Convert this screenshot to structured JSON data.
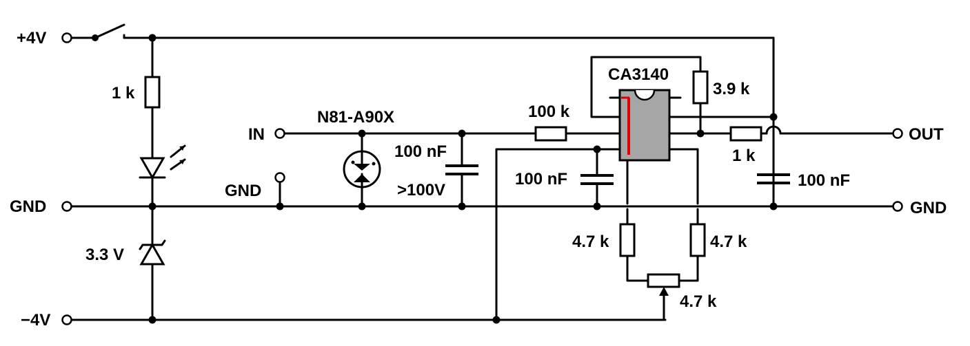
{
  "labels": {
    "plus4v": "+4V",
    "minus4v": "−4V",
    "gnd_left": "GND",
    "gnd_right": "GND",
    "gnd_input": "GND",
    "in": "IN",
    "out": "OUT",
    "tube": "N81-A90X",
    "r_led": "1 k",
    "zener": "3.3 V",
    "c_input": "100 nF",
    "c_input_voltage": ">100V",
    "r_input": "100 k",
    "c_pin": "100 nF",
    "ic": "CA3140",
    "r_feedback": "3.9 k",
    "r_out": "1 k",
    "c_out": "100 nF",
    "r_trim_left": "4.7 k",
    "r_trim_right": "4.7 k",
    "pot": "4.7 k"
  },
  "colors": {
    "wire": "#000000",
    "ic_body": "#a6a6a6",
    "pin1_marker": "#e00000"
  }
}
